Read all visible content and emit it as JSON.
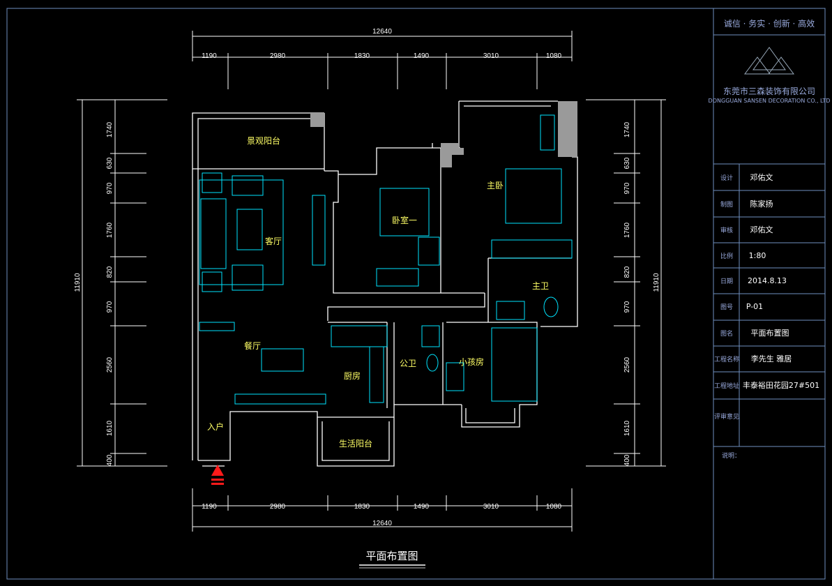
{
  "drawing": {
    "title": "平面布置图",
    "overall_width": "12640",
    "overall_height": "11910",
    "top_dims": [
      "1190",
      "2980",
      "1830",
      "1490",
      "3010",
      "1080"
    ],
    "bottom_dims": [
      "1190",
      "2980",
      "1830",
      "1490",
      "3010",
      "1080"
    ],
    "left_dims": [
      "1740",
      "630",
      "970",
      "1760",
      "820",
      "970",
      "2560",
      "1610",
      "400"
    ],
    "right_dims": [
      "1740",
      "630",
      "970",
      "1760",
      "820",
      "970",
      "2560",
      "1610",
      "400"
    ]
  },
  "rooms": {
    "landscape_balcony": "景观阳台",
    "living_room": "客厅",
    "bedroom_one": "卧室一",
    "master_bedroom": "主卧",
    "master_bath": "主卫",
    "dining_room": "餐厅",
    "kitchen": "厨房",
    "public_bath": "公卫",
    "kids_room": "小孩房",
    "entrance": "入户",
    "utility_balcony": "生活阳台"
  },
  "title_block": {
    "slogan": "诚信 · 务实 · 创新 · 高效",
    "company_cn": "东莞市三森装饰有限公司",
    "company_en": "DONGGUAN SANSEN DECORATION CO., LTD",
    "design": {
      "label": "设计",
      "value": "邓佑文"
    },
    "drawn": {
      "label": "制图",
      "value": "陈家扬"
    },
    "checked": {
      "label": "审核",
      "value": "邓佑文"
    },
    "scale": {
      "label": "比例",
      "value": "1:80"
    },
    "date": {
      "label": "日期",
      "value": "2014.8.13"
    },
    "drawing_no": {
      "label": "图号",
      "value": "P-01"
    },
    "drawing_name": {
      "label": "图名",
      "value": "平面布置图"
    },
    "client": {
      "label": "工程名称",
      "value": "李先生 雅居"
    },
    "address": {
      "label": "工程地址",
      "value": "丰泰裕田花园27#501"
    },
    "review": {
      "label": "评审意见",
      "value": ""
    },
    "notes_label": "说明："
  },
  "colors": {
    "wall": "#ffffff",
    "furniture": "#00e5ff",
    "room_label": "#ffff66",
    "dimension": "#ffffff",
    "frame": "#6f8fbf",
    "column": "#9a9a9a",
    "entry_arrow": "#ff1a1a"
  }
}
